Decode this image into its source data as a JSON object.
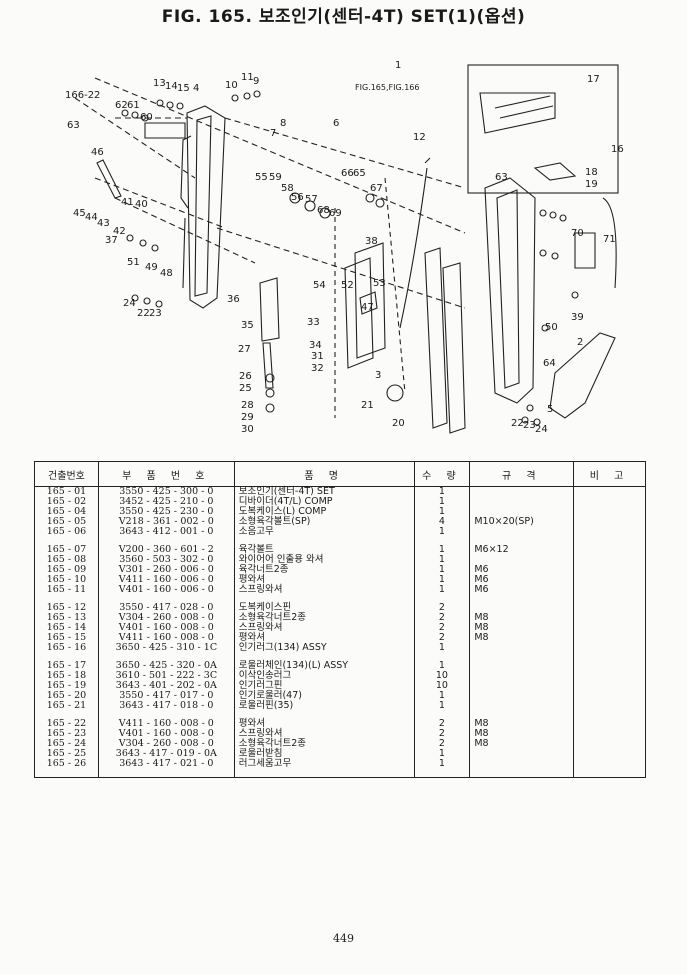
{
  "title": "FIG. 165. 보조인기(센터-4T) SET(1)(옵션)",
  "diagram_labels": {
    "l166_22": "166-22",
    "l1": "1",
    "fig_ref": "FIG.165,FIG.166",
    "l17": "17",
    "l13": "13",
    "l14": "14",
    "l15": "15",
    "l4": "4",
    "l10": "10",
    "l11": "11",
    "l9": "9",
    "l62": "62",
    "l61": "61",
    "l60": "60",
    "l63a": "63",
    "l8": "8",
    "l7": "7",
    "l6": "6",
    "l12": "12",
    "l16": "16",
    "l18": "18",
    "l19": "19",
    "l46": "46",
    "l55": "55",
    "l59": "59",
    "l58": "58",
    "l56": "56",
    "l57": "57",
    "l68": "68",
    "l69": "69",
    "l66": "66",
    "l65": "65",
    "l67": "67",
    "l63b": "63",
    "l41": "41",
    "l40": "40",
    "l45": "45",
    "l44": "44",
    "l43": "43",
    "l42": "42",
    "l37": "37",
    "l51": "51",
    "l49": "49",
    "l48": "48",
    "l38": "38",
    "l70": "70",
    "l71": "71",
    "l24": "24",
    "l22": "22",
    "l23": "23",
    "l36": "36",
    "l54": "54",
    "l52": "52",
    "l53": "53",
    "l39": "39",
    "l35": "35",
    "l33": "33",
    "l47": "47",
    "l50": "50",
    "l2": "2",
    "l27": "27",
    "l34": "34",
    "l31": "31",
    "l32": "32",
    "l64": "64",
    "l3": "3",
    "l26": "26",
    "l25": "25",
    "l21": "21",
    "l5": "5",
    "l28": "28",
    "l29": "29",
    "l30": "30",
    "l20": "20",
    "l22b": "22",
    "l23b": "23",
    "l24b": "24"
  },
  "table": {
    "headers": [
      "건출번호",
      "부 품 번 호",
      "품 명",
      "수 량",
      "규 격",
      "비 고"
    ],
    "rows": [
      [
        "165 - 01",
        "3550 - 425 - 300 - 0",
        "보조인기(센터-4T) SET",
        "1",
        ""
      ],
      [
        "165 - 02",
        "3452 - 425 - 210 - 0",
        "디바이더(4T/L) COMP",
        "1",
        ""
      ],
      [
        "165 - 04",
        "3550 - 425 - 230 - 0",
        "도복케이스(L) COMP",
        "1",
        ""
      ],
      [
        "165 - 05",
        "V218 - 361 - 002 - 0",
        "소형육각볼트(SP)",
        "4",
        "M10×20(SP)"
      ],
      [
        "165 - 06",
        "3643 - 412 - 001 - 0",
        "소음고무",
        "1",
        ""
      ],
      [
        "",
        "",
        "",
        "",
        ""
      ],
      [
        "165 - 07",
        "V200 - 360 - 601 - 2",
        "육각볼트",
        "1",
        "M6×12"
      ],
      [
        "165 - 08",
        "3560 - 503 - 302 - 0",
        "와이어어 인출용 와셔",
        "1",
        ""
      ],
      [
        "165 - 09",
        "V301 - 260 - 006 - 0",
        "육각너트2종",
        "1",
        "M6"
      ],
      [
        "165 - 10",
        "V411 - 160 - 006 - 0",
        "평와셔",
        "1",
        "M6"
      ],
      [
        "165 - 11",
        "V401 - 160 - 006 - 0",
        "스프링와셔",
        "1",
        "M6"
      ],
      [
        "",
        "",
        "",
        "",
        ""
      ],
      [
        "165 - 12",
        "3550 - 417 - 028 - 0",
        "도복케이스핀",
        "2",
        ""
      ],
      [
        "165 - 13",
        "V304 - 260 - 008 - 0",
        "소형육각너트2종",
        "2",
        "M8"
      ],
      [
        "165 - 14",
        "V401 - 160 - 008 - 0",
        "스프링와셔",
        "2",
        "M8"
      ],
      [
        "165 - 15",
        "V411 - 160 - 008 - 0",
        "평와셔",
        "2",
        "M8"
      ],
      [
        "165 - 16",
        "3650 - 425 - 310 - 1C",
        "인기러그(134) ASSY",
        "1",
        ""
      ],
      [
        "",
        "",
        "",
        "",
        ""
      ],
      [
        "165 - 17",
        "3650 - 425 - 320 - 0A",
        "로울러체인(134)(L) ASSY",
        "1",
        ""
      ],
      [
        "165 - 18",
        "3610 - 501 - 222 - 3C",
        "이삭인송러그",
        "10",
        ""
      ],
      [
        "165 - 19",
        "3643 - 401 - 202 - 0A",
        "인기러그핀",
        "10",
        ""
      ],
      [
        "165 - 20",
        "3550 - 417 - 017 - 0",
        "인기로울러(47)",
        "1",
        ""
      ],
      [
        "165 - 21",
        "3643 - 417 - 018 - 0",
        "로울러핀(35)",
        "1",
        ""
      ],
      [
        "",
        "",
        "",
        "",
        ""
      ],
      [
        "165 - 22",
        "V411 - 160 - 008 - 0",
        "평와셔",
        "2",
        "M8"
      ],
      [
        "165 - 23",
        "V401 - 160 - 008 - 0",
        "스프링와셔",
        "2",
        "M8"
      ],
      [
        "165 - 24",
        "V304 - 260 - 008 - 0",
        "소형육각너트2종",
        "2",
        "M8"
      ],
      [
        "165 - 25",
        "3643 - 417 - 019 - 0A",
        "로울러받침",
        "1",
        ""
      ],
      [
        "165 - 26",
        "3643 - 417 - 021 - 0",
        "러그세움고무",
        "1",
        ""
      ]
    ]
  },
  "page_number": "449"
}
